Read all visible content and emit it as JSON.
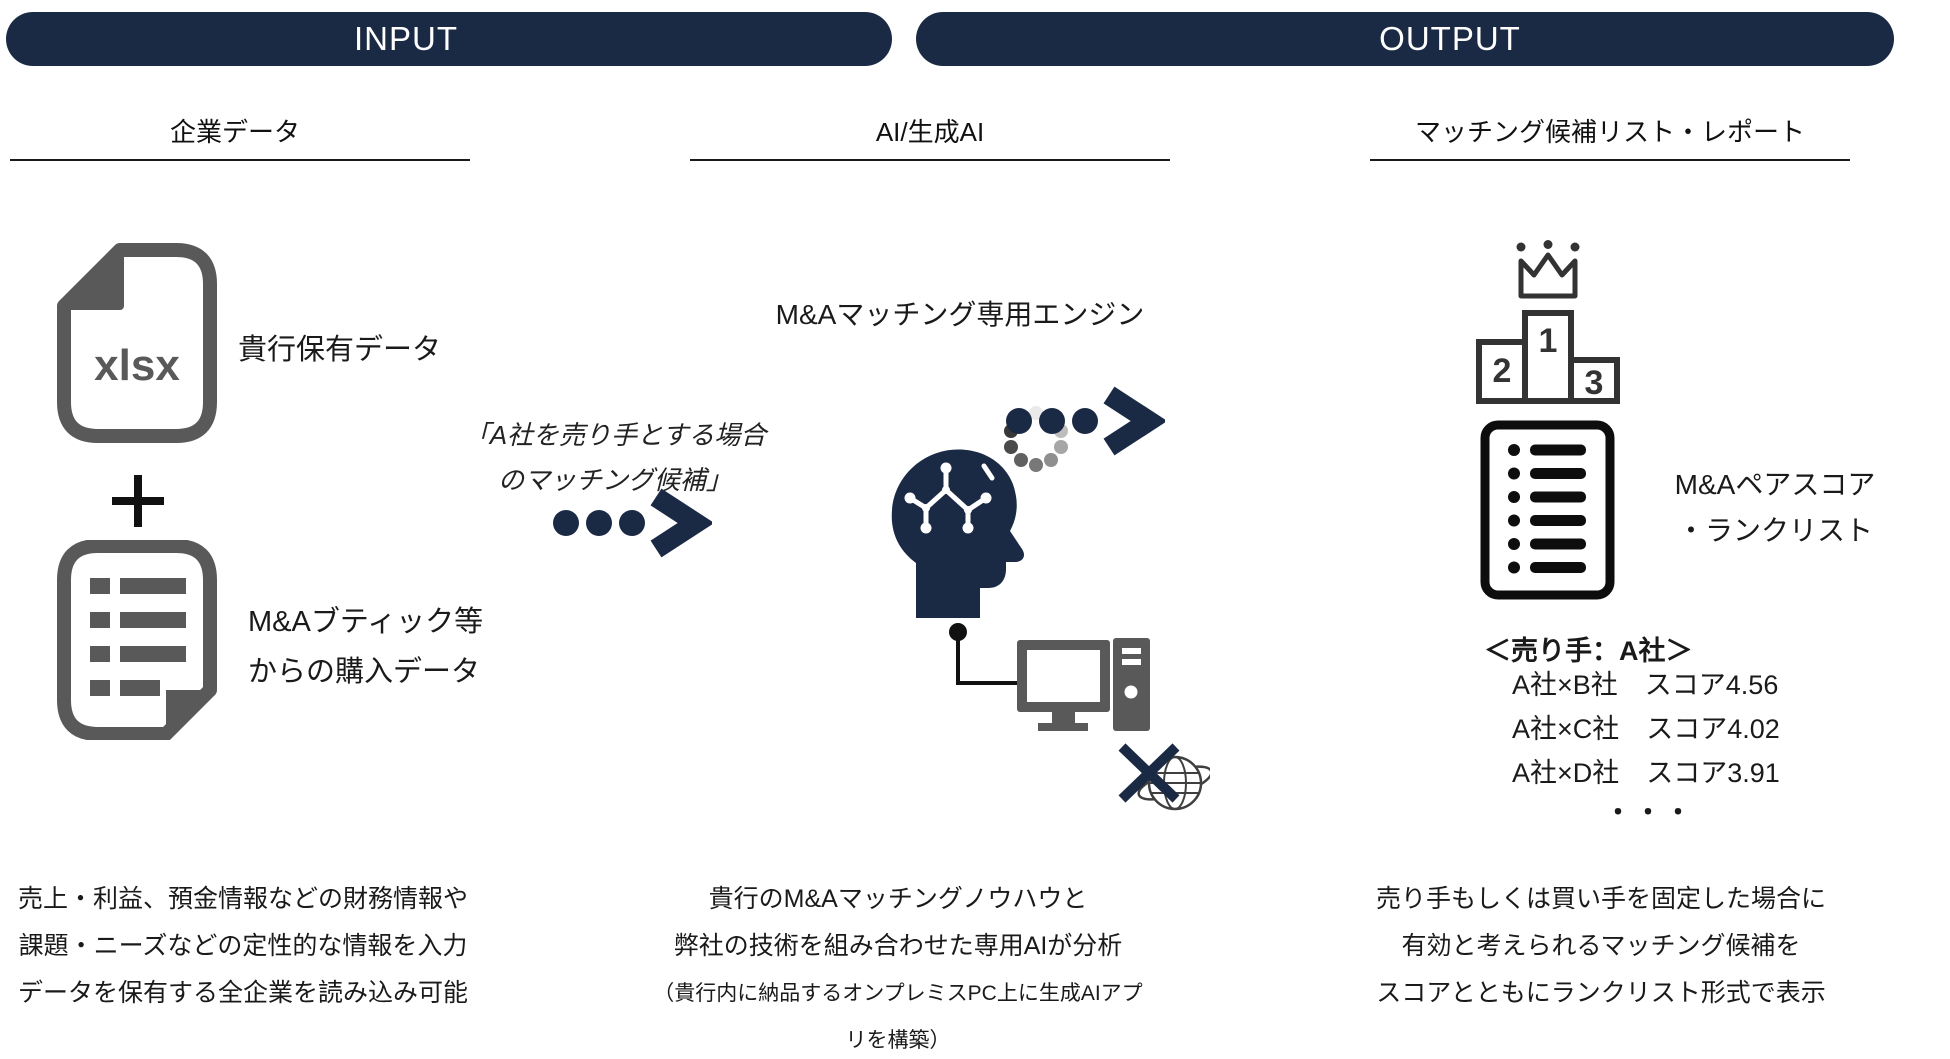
{
  "colors": {
    "navy": "#1b2a44",
    "icon_gray": "#595959",
    "outline_dark": "#333333",
    "ink": "#1a1a1a"
  },
  "banners": {
    "input": "INPUT",
    "output": "OUTPUT"
  },
  "input_col": {
    "header": "企業データ",
    "xlsx_badge": "xlsx",
    "item1_label": "貴行保有データ",
    "item2_label_1": "M&Aブティック等",
    "item2_label_2": "からの購入データ",
    "footer_1": "売上・利益、預金情報などの財務情報や",
    "footer_2": "課題・ニーズなどの定性的な情報を入力",
    "footer_3": "データを保有する全企業を読み込み可能"
  },
  "ai_col": {
    "header": "AI/生成AI",
    "engine_title": "M&Aマッチング専用エンジン",
    "quote_1": "「A社を売り手とする場合",
    "quote_2": "のマッチング候補」",
    "footer_1": "貴行のM&Aマッチングノウハウと",
    "footer_2": "弊社の技術を組み合わせた専用AIが分析",
    "footer_3": "（貴行内に納品するオンプレミスPC上に生成AIアプリを構築）"
  },
  "output_col": {
    "header": "マッチング候補リスト・レポート",
    "rank_1": "1",
    "rank_2": "2",
    "rank_3": "3",
    "pair_label_1": "M&Aペアスコア",
    "pair_label_2": "・ランクリスト",
    "seller_header": "＜売り手：A社＞",
    "score_row_1": "A社×B社　スコア4.56",
    "score_row_2": "A社×C社　スコア4.02",
    "score_row_3": "A社×D社　スコア3.91",
    "ellipsis": "・・・",
    "footer_1": "売り手もしくは買い手を固定した場合に",
    "footer_2": "有効と考えられるマッチング候補を",
    "footer_3": "スコアとともにランクリスト形式で表示"
  }
}
